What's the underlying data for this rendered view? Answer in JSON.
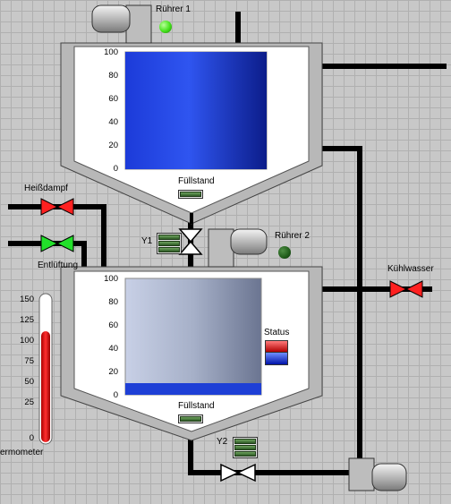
{
  "agitator1": {
    "label": "Rührer 1",
    "state": "on",
    "led_color": "#44e21b"
  },
  "agitator2": {
    "label": "Rührer 2",
    "state": "off",
    "led_color": "#1f5c19"
  },
  "tank1": {
    "fill_label": "Füllstand",
    "level_percent": 100,
    "scale": [
      "100",
      "80",
      "60",
      "40",
      "20",
      "0"
    ],
    "fill_color": "#1e3fd6"
  },
  "tank2": {
    "fill_label": "Füllstand",
    "level_percent": 10,
    "scale": [
      "100",
      "80",
      "60",
      "40",
      "20",
      "0"
    ],
    "status_label": "Status",
    "fill_color": "#1e3fd6"
  },
  "valves": {
    "steam": {
      "label": "Heißdampf",
      "state": "closed",
      "color": "#ff2020"
    },
    "vent": {
      "label": "Entlüftung",
      "state": "open",
      "color": "#22e02a"
    },
    "coolant": {
      "label": "Kühlwasser",
      "state": "closed",
      "color": "#ff2020"
    },
    "y1": {
      "label": "Y1",
      "state": "open",
      "color": "#ffffff"
    },
    "y2": {
      "label": "Y2",
      "state": "open",
      "color": "#ffffff"
    }
  },
  "thermometer": {
    "label": "ermometer",
    "scale": [
      "150",
      "125",
      "100",
      "75",
      "50",
      "25",
      "0"
    ],
    "value": 117,
    "max": 150,
    "fill_color": "#e01616"
  }
}
